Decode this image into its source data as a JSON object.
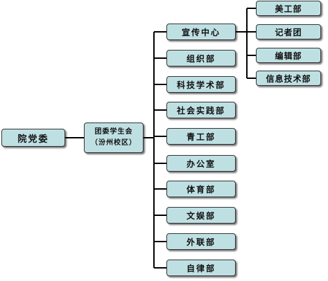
{
  "root": {
    "label": "院党委"
  },
  "hub": {
    "line1": "团委学生会",
    "line2": "（汾州校区）"
  },
  "departments": [
    {
      "label": "宣传中心"
    },
    {
      "label": "组织部"
    },
    {
      "label": "科技学术部"
    },
    {
      "label": "社会实践部"
    },
    {
      "label": "青工部"
    },
    {
      "label": "办公室"
    },
    {
      "label": "体育部"
    },
    {
      "label": "文娱部"
    },
    {
      "label": "外联部"
    },
    {
      "label": "自律部"
    }
  ],
  "sub_departments": [
    {
      "label": "美工部"
    },
    {
      "label": "记者团"
    },
    {
      "label": "编辑部"
    },
    {
      "label": "信息技术部"
    }
  ],
  "colors": {
    "box_fill": "#bfe0e3",
    "box_border": "#333333",
    "line": "#000000"
  }
}
